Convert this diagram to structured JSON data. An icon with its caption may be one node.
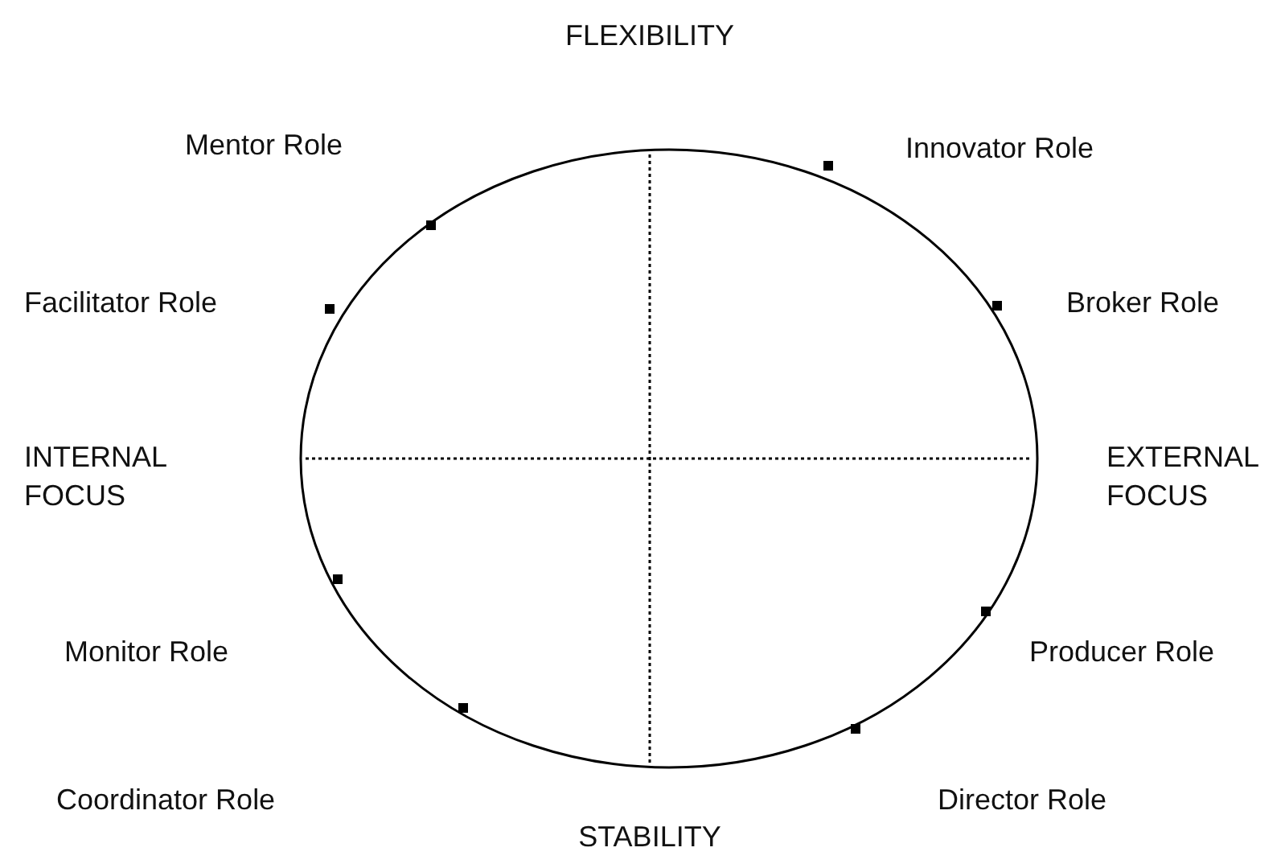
{
  "diagram": {
    "labels": [
      "FLEXIBILITY",
      "Mentor Role",
      "Innovator Role",
      "Facilitator Role",
      "Broker Role",
      "INTERNAL FOCUS",
      "EXTERNAL FOCUS",
      "Monitor Role",
      "Producer Role",
      "Coordinator Role",
      "Director Role",
      "STABILITY"
    ]
  }
}
